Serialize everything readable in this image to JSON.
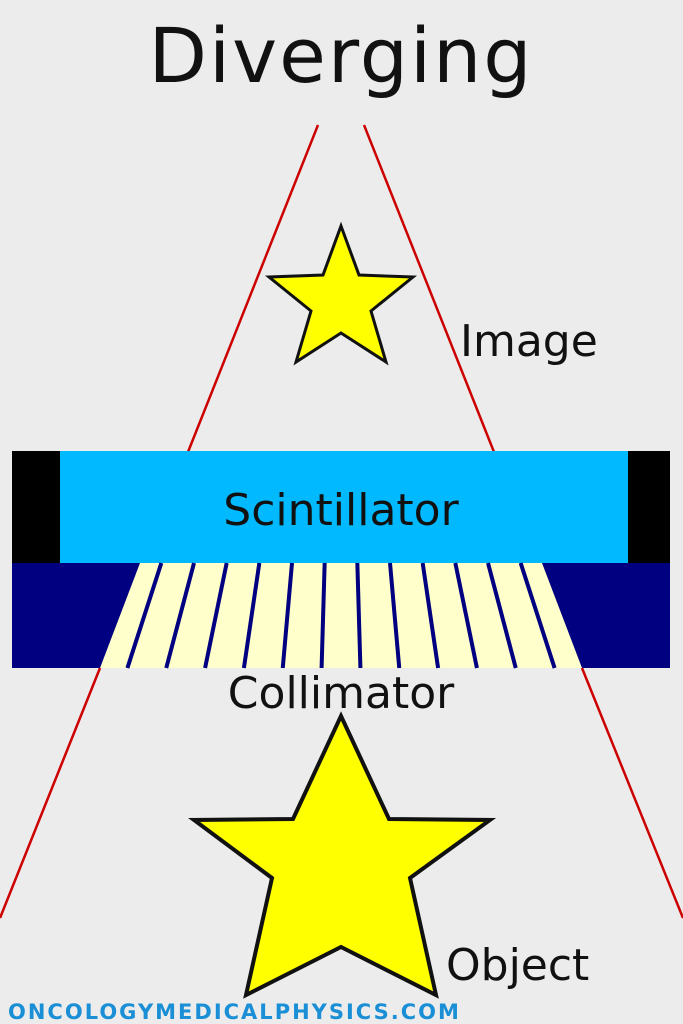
{
  "title": "Diverging",
  "labels": {
    "image": "Image",
    "scintillator": "Scintillator",
    "collimator": "Collimator",
    "object": "Object"
  },
  "footer": "ONCOLOGYMEDICALPHYSICS.COM",
  "collimator_septa_count": 12,
  "colors": {
    "background": "#ececec",
    "ray": "#cc0000",
    "star_fill": "#ffff00",
    "star_stroke": "#111111",
    "scintillator": "#00b9ff",
    "scintillator_edge": "#000000",
    "collimator_body": "#000080",
    "collimator_holes": "#ffffcc",
    "septa": "#000080",
    "footer_text": "#1a8fd6"
  }
}
